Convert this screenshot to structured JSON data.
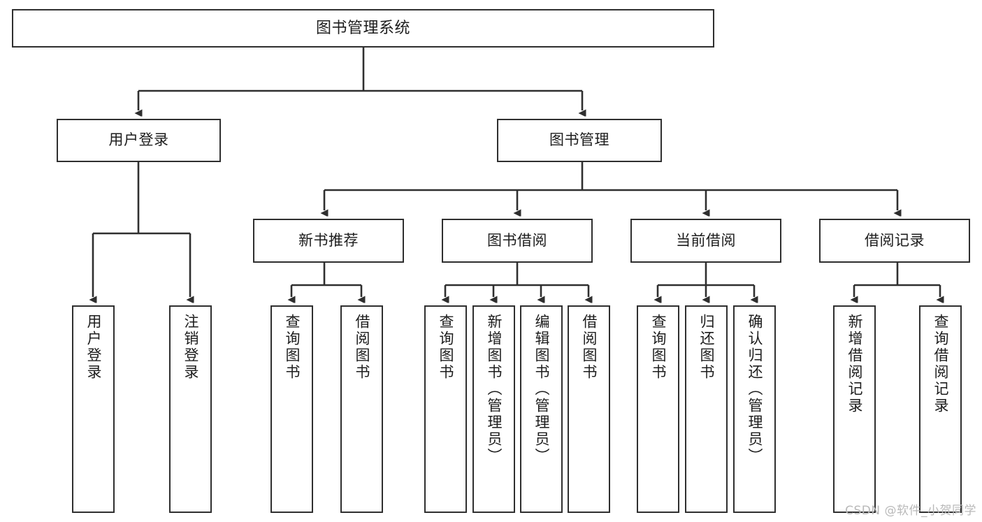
{
  "diagram": {
    "type": "tree",
    "title": "图书管理系统",
    "orientation": "top-down",
    "watermark": "CSDN @软件_小贺同学",
    "colors": {
      "box_border": "#2f2f2f",
      "box_fill": "#ffffff",
      "connector": "#2f2f2f",
      "text": "#1d1d1d",
      "watermark": "#b9b9b9",
      "background": "#ffffff"
    },
    "nodes": {
      "root": {
        "label": "图书管理系统"
      },
      "level2": [
        {
          "id": "user-login",
          "label": "用户登录"
        },
        {
          "id": "book-manage",
          "label": "图书管理"
        }
      ],
      "level3": [
        {
          "id": "new-book-recommend",
          "label": "新书推荐"
        },
        {
          "id": "book-borrow",
          "label": "图书借阅"
        },
        {
          "id": "current-borrow",
          "label": "当前借阅"
        },
        {
          "id": "borrow-record",
          "label": "借阅记录"
        }
      ],
      "leaves": {
        "user-login": [
          {
            "id": "leaf-user-login",
            "label": "用户登录"
          },
          {
            "id": "leaf-user-logout",
            "label": "注销登录"
          }
        ],
        "new-book-recommend": [
          {
            "id": "leaf-query-book-1",
            "label": "查询图书"
          },
          {
            "id": "leaf-borrow-book-1",
            "label": "借阅图书"
          }
        ],
        "book-borrow": [
          {
            "id": "leaf-query-book-2",
            "label": "查询图书"
          },
          {
            "id": "leaf-add-book",
            "label": "新增图书（管理员）"
          },
          {
            "id": "leaf-edit-book",
            "label": "编辑图书（管理员）"
          },
          {
            "id": "leaf-borrow-book-2",
            "label": "借阅图书"
          }
        ],
        "current-borrow": [
          {
            "id": "leaf-query-book-3",
            "label": "查询图书"
          },
          {
            "id": "leaf-return-book",
            "label": "归还图书"
          },
          {
            "id": "leaf-confirm-return",
            "label": "确认归还（管理员）"
          }
        ],
        "borrow-record": [
          {
            "id": "leaf-add-record",
            "label": "新增借阅记录"
          },
          {
            "id": "leaf-query-record",
            "label": "查询借阅记录"
          }
        ]
      }
    }
  }
}
